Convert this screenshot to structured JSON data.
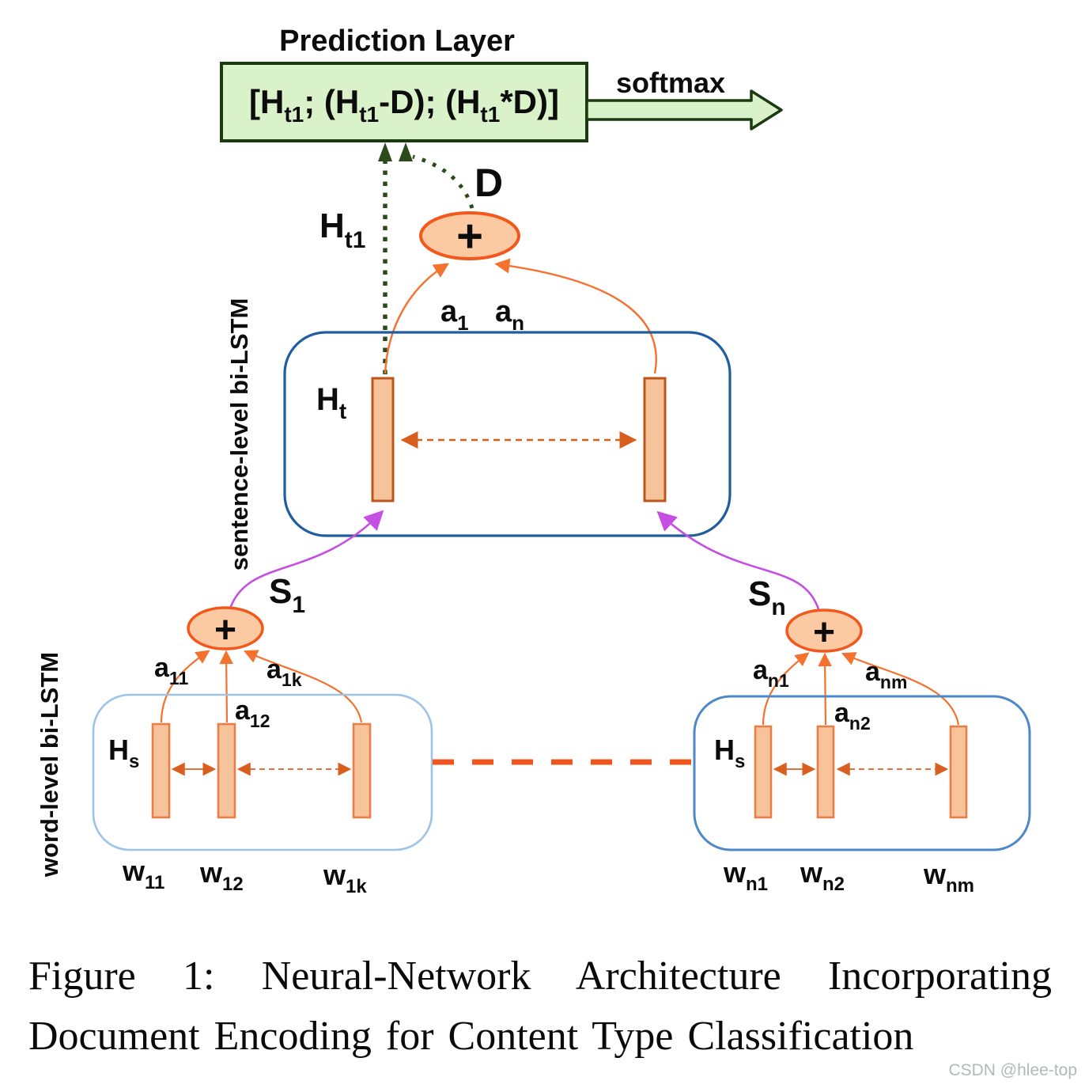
{
  "prediction_layer": {
    "title": "Prediction Layer",
    "formula": {
      "p1": "[H",
      "s1": "t1",
      "p2": "; (H",
      "s2": "t1",
      "p3": "-D); (H",
      "s3": "t1",
      "p4": "*D)]"
    },
    "softmax": "softmax"
  },
  "document_node": {
    "label": "D",
    "plus": "+",
    "h_base": "H",
    "h_sub": "t1"
  },
  "attention_top": {
    "a1_base": "a",
    "a1_sub": "1",
    "an_base": "a",
    "an_sub": "n"
  },
  "sentence_lstm": {
    "box_label": "sentence-level bi-LSTM",
    "h_base": "H",
    "h_sub": "t"
  },
  "sentence_nodes": {
    "s1": {
      "base": "S",
      "sub": "1",
      "plus": "+"
    },
    "sn": {
      "base": "S",
      "sub": "n",
      "plus": "+"
    }
  },
  "word_lstm_left": {
    "box_label": "word-level bi-LSTM",
    "h_base": "H",
    "h_sub": "s",
    "attn": [
      {
        "base": "a",
        "sub": "11"
      },
      {
        "base": "a",
        "sub": "12"
      },
      {
        "base": "a",
        "sub": "1k"
      }
    ],
    "words": [
      {
        "base": "w",
        "sub": "11"
      },
      {
        "base": "w",
        "sub": "12"
      },
      {
        "base": "w",
        "sub": "1k"
      }
    ]
  },
  "word_lstm_right": {
    "h_base": "H",
    "h_sub": "s",
    "attn": [
      {
        "base": "a",
        "sub": "n1"
      },
      {
        "base": "a",
        "sub": "n2"
      },
      {
        "base": "a",
        "sub": "nm"
      }
    ],
    "words": [
      {
        "base": "w",
        "sub": "n1"
      },
      {
        "base": "w",
        "sub": "n2"
      },
      {
        "base": "w",
        "sub": "nm"
      }
    ]
  },
  "caption": {
    "line1": "Figure 1: Neural-Network Architecture Incorporating",
    "line2": "Document Encoding for Content Type Classification"
  },
  "watermark": "CSDN @hlee-top",
  "colors": {
    "box_green_fill": "#d9f2c9",
    "box_green_border": "#1b3a12",
    "node_orange_fill": "#fbc9a2",
    "node_orange_border": "#f2571b",
    "bar_fill": "#f6c39b",
    "bar_border_dark": "#c0551a",
    "bar_border_light": "#e87f47",
    "sentence_box_border": "#205d9e",
    "word_box_left_border": "#9cc3e8",
    "word_box_right_border": "#4e88c8",
    "arrow_orange": "#f4712e",
    "arrow_dashed_orange": "#d95f1e",
    "connector_orange": "#f0551d",
    "arrow_purple": "#c44fe2",
    "arrow_dotted_green": "#2c4a1a"
  }
}
